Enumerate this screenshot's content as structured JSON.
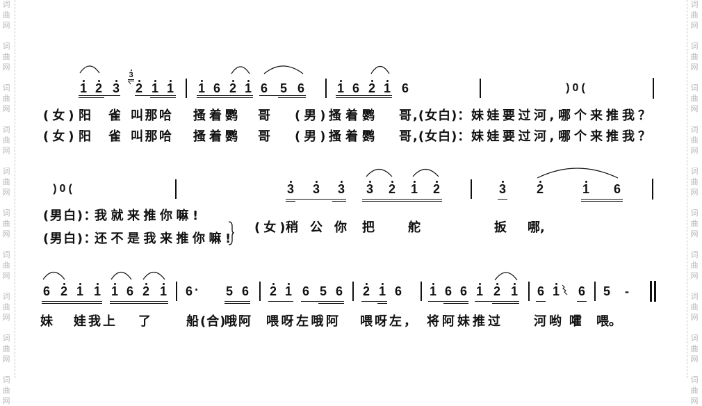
{
  "watermark": {
    "text": "词曲网"
  },
  "score": {
    "row1": {
      "notes": [
        {
          "n": "1",
          "o": "high"
        },
        {
          "n": "2",
          "o": "high"
        },
        {
          "n": "3",
          "o": "high"
        },
        {
          "n": "2",
          "o": "high"
        },
        {
          "n": "1",
          "o": "high"
        },
        {
          "n": "1",
          "o": "high"
        },
        {
          "n": "1",
          "o": "high"
        },
        {
          "n": "6",
          "o": "mid"
        },
        {
          "n": "2",
          "o": "high"
        },
        {
          "n": "1",
          "o": "high"
        },
        {
          "n": "6",
          "o": "mid"
        },
        {
          "n": "5",
          "o": "mid"
        },
        {
          "n": "6",
          "o": "mid"
        },
        {
          "n": "1",
          "o": "high"
        },
        {
          "n": "6",
          "o": "mid"
        },
        {
          "n": "2",
          "o": "high"
        },
        {
          "n": "1",
          "o": "high"
        },
        {
          "n": "6",
          "o": "mid"
        }
      ],
      "grace": {
        "n": "3",
        "o": "high"
      },
      "spoken_rest": ")0(",
      "lyrics": [
        [
          "(女)",
          "阳",
          "雀",
          "叫那哈",
          "搔着鹦",
          "哥",
          "(男)",
          "搔着鹦",
          "哥",
          ",(女白)：",
          "妹娃要过河,",
          "哪个来推我？"
        ],
        [
          "(女)",
          "阳",
          "雀",
          "叫那哈",
          "搔着鹦",
          "哥",
          "(男)",
          "搔着鹦",
          "哥",
          ",(女白)：",
          "妹娃要过河,",
          "哪个来推我？"
        ]
      ]
    },
    "row2": {
      "spoken_rest": ")0(",
      "notes": [
        {
          "n": "3",
          "o": "high"
        },
        {
          "n": "3",
          "o": "high"
        },
        {
          "n": "3",
          "o": "high"
        },
        {
          "n": "3",
          "o": "high"
        },
        {
          "n": "2",
          "o": "high"
        },
        {
          "n": "1",
          "o": "high"
        },
        {
          "n": "2",
          "o": "high"
        },
        {
          "n": "3",
          "o": "high"
        },
        {
          "n": "2",
          "o": "high"
        },
        {
          "n": "1",
          "o": "high"
        },
        {
          "n": "6",
          "o": "mid"
        }
      ],
      "lyrics": {
        "male_line1": [
          "(男白)：",
          "我就来推你嘛!"
        ],
        "male_line2": [
          "(男白)：",
          "还不是我来推你嘛!"
        ],
        "female": [
          "(女)",
          "稍",
          "公",
          "你",
          "把",
          "舵",
          "扳",
          "哪,"
        ]
      }
    },
    "row3": {
      "notes": [
        {
          "n": "6",
          "o": "mid"
        },
        {
          "n": "2",
          "o": "high"
        },
        {
          "n": "1",
          "o": "high"
        },
        {
          "n": "1",
          "o": "high"
        },
        {
          "n": "1",
          "o": "high"
        },
        {
          "n": "6",
          "o": "mid"
        },
        {
          "n": "2",
          "o": "high"
        },
        {
          "n": "1",
          "o": "high"
        },
        {
          "n": "6",
          "o": "mid"
        },
        {
          "n": "5",
          "o": "mid"
        },
        {
          "n": "6",
          "o": "mid"
        },
        {
          "n": "2",
          "o": "high"
        },
        {
          "n": "1",
          "o": "high"
        },
        {
          "n": "6",
          "o": "mid"
        },
        {
          "n": "5",
          "o": "mid"
        },
        {
          "n": "6",
          "o": "mid"
        },
        {
          "n": "2",
          "o": "high"
        },
        {
          "n": "1",
          "o": "high"
        },
        {
          "n": "6",
          "o": "mid"
        },
        {
          "n": "1",
          "o": "high"
        },
        {
          "n": "6",
          "o": "mid"
        },
        {
          "n": "6",
          "o": "mid"
        },
        {
          "n": "1",
          "o": "high"
        },
        {
          "n": "2",
          "o": "high"
        },
        {
          "n": "1",
          "o": "high"
        },
        {
          "n": "6",
          "o": "mid"
        },
        {
          "n": "1",
          "o": "high"
        },
        {
          "n": "6",
          "o": "mid"
        },
        {
          "n": "5",
          "o": "mid"
        },
        {
          "n": "-",
          "o": "mid"
        }
      ],
      "augmentation_dot": "·",
      "lyrics": [
        "妹",
        "娃我上",
        "了",
        "船",
        "(合)",
        "哦阿",
        "喂呀左哦阿",
        "喂呀左，",
        "将阿妹推过",
        "河哟",
        "嚯",
        "喂。"
      ]
    }
  }
}
